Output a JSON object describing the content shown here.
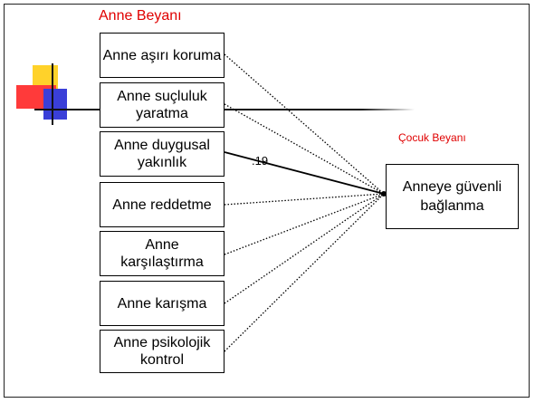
{
  "diagram": {
    "left_group_title": "Anne Beyanı",
    "right_group_title": "Çocuk Beyanı",
    "sources": [
      {
        "label": "Anne aşırı koruma",
        "line": "dotted"
      },
      {
        "label": "Anne suçluluk yaratma",
        "line": "dotted"
      },
      {
        "label": "Anne duygusal yakınlık",
        "line": "solid",
        "coefficient": ".19"
      },
      {
        "label": "Anne reddetme",
        "line": "dotted"
      },
      {
        "label": "Anne karşılaştırma",
        "line": "dotted"
      },
      {
        "label": "Anne karışma",
        "line": "dotted"
      },
      {
        "label": "Anne psikolojik kontrol",
        "line": "dotted"
      }
    ],
    "target": {
      "label": "Anneye güvenli bağlanma"
    }
  },
  "colors": {
    "title_red": "#e00000",
    "deco_yellow": "#ffd22a",
    "deco_red": "#ff3a3a",
    "deco_blue": "#3a3fd8"
  }
}
